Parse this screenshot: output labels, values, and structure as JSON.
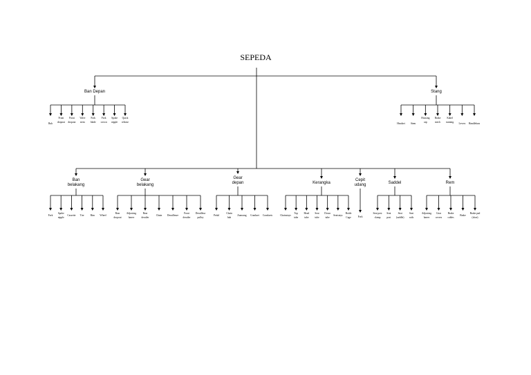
{
  "title": "SEPEDA",
  "upper_branches": [
    {
      "name": [
        "Ban Depan"
      ],
      "children": [
        [
          "Rub"
        ],
        [
          "Front",
          "dropout"
        ],
        [
          "Front",
          "dropout"
        ],
        [
          "Valve",
          "stem"
        ],
        [
          "Fork",
          "blade"
        ],
        [
          "Fork",
          "crown"
        ],
        [
          "Spoke",
          "nipple"
        ],
        [
          "Quick",
          "release"
        ]
      ]
    },
    {
      "name": [
        "Stang"
      ],
      "children": [
        [
          "Headset"
        ],
        [
          "Stem"
        ],
        [
          "Housing",
          "cap"
        ],
        [
          "Brake",
          "mech"
        ],
        [
          "Kabel",
          "tunning"
        ],
        [
          "Levers"
        ],
        [
          "Handlebars"
        ]
      ]
    }
  ],
  "lower_branches": [
    {
      "name": [
        "Ban",
        "belakang"
      ],
      "children": [
        [
          "Fork"
        ],
        [
          "Spoke",
          "nipple"
        ],
        [
          "Cassette"
        ],
        [
          "Tire"
        ],
        [
          "Rim"
        ],
        [
          "Wheel"
        ]
      ]
    },
    {
      "name": [
        "Gear",
        "belakang"
      ],
      "children": [
        [
          "Rear",
          "dropout"
        ],
        [
          "Adjusting",
          "barrer"
        ],
        [
          "Rear",
          "derailer"
        ],
        [
          "Chain"
        ],
        [
          "Derailleure"
        ],
        [
          "Front",
          "derailer"
        ],
        [
          "Derailleur",
          "pulley"
        ]
      ]
    },
    {
      "name": [
        "Gear",
        "depan"
      ],
      "children": [
        [
          "Pedal"
        ],
        [
          "Chain",
          "hub"
        ],
        [
          "Zumrang"
        ],
        [
          "Crankset"
        ],
        [
          "Cranksets"
        ]
      ]
    },
    {
      "name": [
        "Kerangka"
      ],
      "children": [
        [
          "Chainstays"
        ],
        [
          "Top",
          "tube"
        ],
        [
          "Head",
          "tube"
        ],
        [
          "Seat",
          "tube"
        ],
        [
          "Down",
          "tube"
        ],
        [
          "Seatstays"
        ],
        [
          "Bottle",
          "Cage"
        ]
      ]
    },
    {
      "name": [
        "Cepit",
        "udang"
      ],
      "children": [
        [
          "Fork"
        ]
      ]
    },
    {
      "name": [
        "Saddel"
      ],
      "children": [
        [
          "Seat post",
          "clamp"
        ],
        [
          "Seat",
          "post"
        ],
        [
          "Seat",
          "(saddle)"
        ],
        [
          "Seat",
          "rails"
        ]
      ]
    },
    {
      "name": [
        "Rem"
      ],
      "children": [
        [
          "Adjusting",
          "barrer"
        ],
        [
          "Gear",
          "covers"
        ],
        [
          "Brake",
          "cables"
        ],
        [
          "Brake"
        ],
        [
          "Brake pad",
          "(shoe)"
        ]
      ]
    }
  ]
}
